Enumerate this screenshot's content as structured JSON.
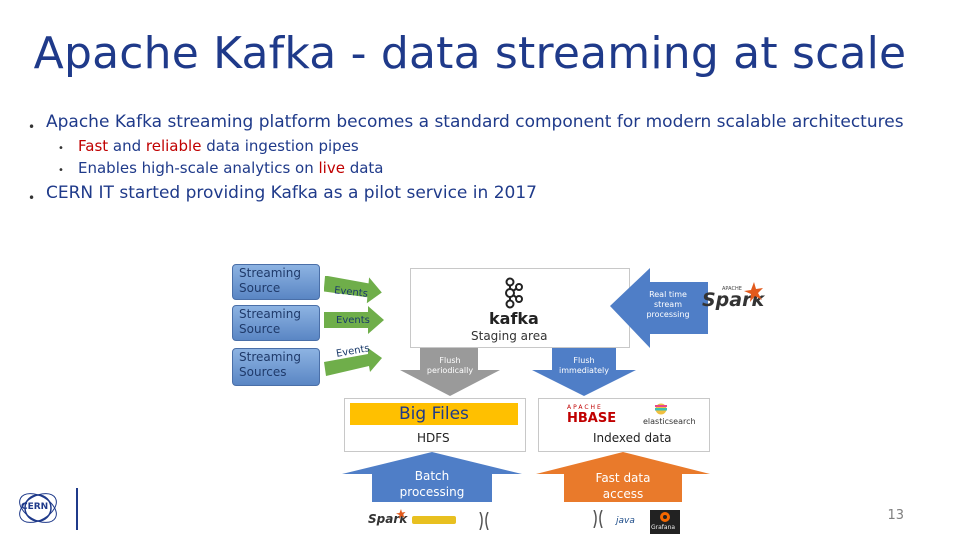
{
  "slide": {
    "title": "Apache Kafka - data streaming at scale",
    "bullets": [
      {
        "text": "Apache Kafka streaming platform becomes a standard component for modern scalable architectures"
      },
      {
        "text": "CERN IT started providing Kafka as a pilot service in 2017"
      }
    ],
    "sub_bullets": [
      {
        "parts": [
          {
            "t": "Fast",
            "red": true
          },
          {
            "t": " and ",
            "red": false
          },
          {
            "t": "reliable",
            "red": true
          },
          {
            "t": " data ingestion pipes",
            "red": false
          }
        ]
      },
      {
        "parts": [
          {
            "t": "Enables high-scale analytics on ",
            "red": false
          },
          {
            "t": "live",
            "red": true
          },
          {
            "t": " data",
            "red": false
          }
        ]
      }
    ],
    "page_number": "13"
  },
  "diagram": {
    "sources": [
      {
        "line1": "Streaming",
        "line2": "Source"
      },
      {
        "line1": "Streaming",
        "line2": "Source"
      },
      {
        "line1": "Streaming",
        "line2": "Sources"
      }
    ],
    "events_label": "Events",
    "kafka_label": "kafka",
    "staging_label": "Staging area",
    "realtime_label": "Real time stream processing",
    "spark_label": "Spark",
    "spark_top": "APACHE",
    "flush_periodically": "Flush periodically",
    "flush_immediately": "Flush immediately",
    "bigfiles_label": "Big Files",
    "hdfs_label": "HDFS",
    "hbase_top": "APACHE",
    "hbase_label": "HBASE",
    "elastic_label": "elasticsearch",
    "indexed_label": "Indexed data",
    "batch_label": "Batch processing",
    "fast_label": "Fast data access",
    "bottom_left_logos": [
      "Spark"
    ],
    "bottom_right_logos": [
      "java",
      "Grafana"
    ]
  },
  "logo": {
    "text": "CERN"
  },
  "colors": {
    "title": "#1f3a8a",
    "accent_red": "#c00000",
    "source_blue": "#6b93cc",
    "events_green": "#6fae4a",
    "flush_gray": "#9a9a9a",
    "flush_blue": "#4f7ec7",
    "batch_blue": "#4f7ec7",
    "fast_orange": "#e97a2b",
    "spark_orange": "#e25a1c",
    "bigfiles_yellow": "#ffc000"
  }
}
